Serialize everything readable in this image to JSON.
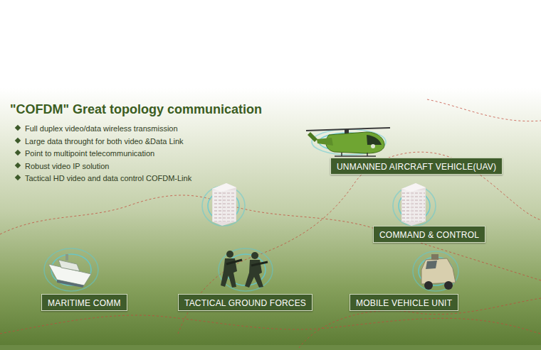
{
  "diagram": {
    "title": "\"COFDM\" Great topology communication",
    "nodes": [
      {
        "text": [
          "UNMANNED AIRCRAFT VEHICLE(UAV)"
        ]
      },
      {
        "text": [
          "COMMAND & CONTROL"
        ]
      },
      {
        "text": [
          "MARITIME COMM"
        ]
      },
      {
        "text": [
          "TACTICAL GROUND FORCES"
        ]
      },
      {
        "text": [
          "MOBILE VEHICLE UNIT"
        ]
      }
    ],
    "labels": [
      "Full duplex video/data wireless transmission",
      "Large data throught for both video &Data Link",
      "Point to multipoint telecommunication",
      "Robust video IP solution",
      "Tactical HD video and data control COFDM-Link"
    ]
  }
}
